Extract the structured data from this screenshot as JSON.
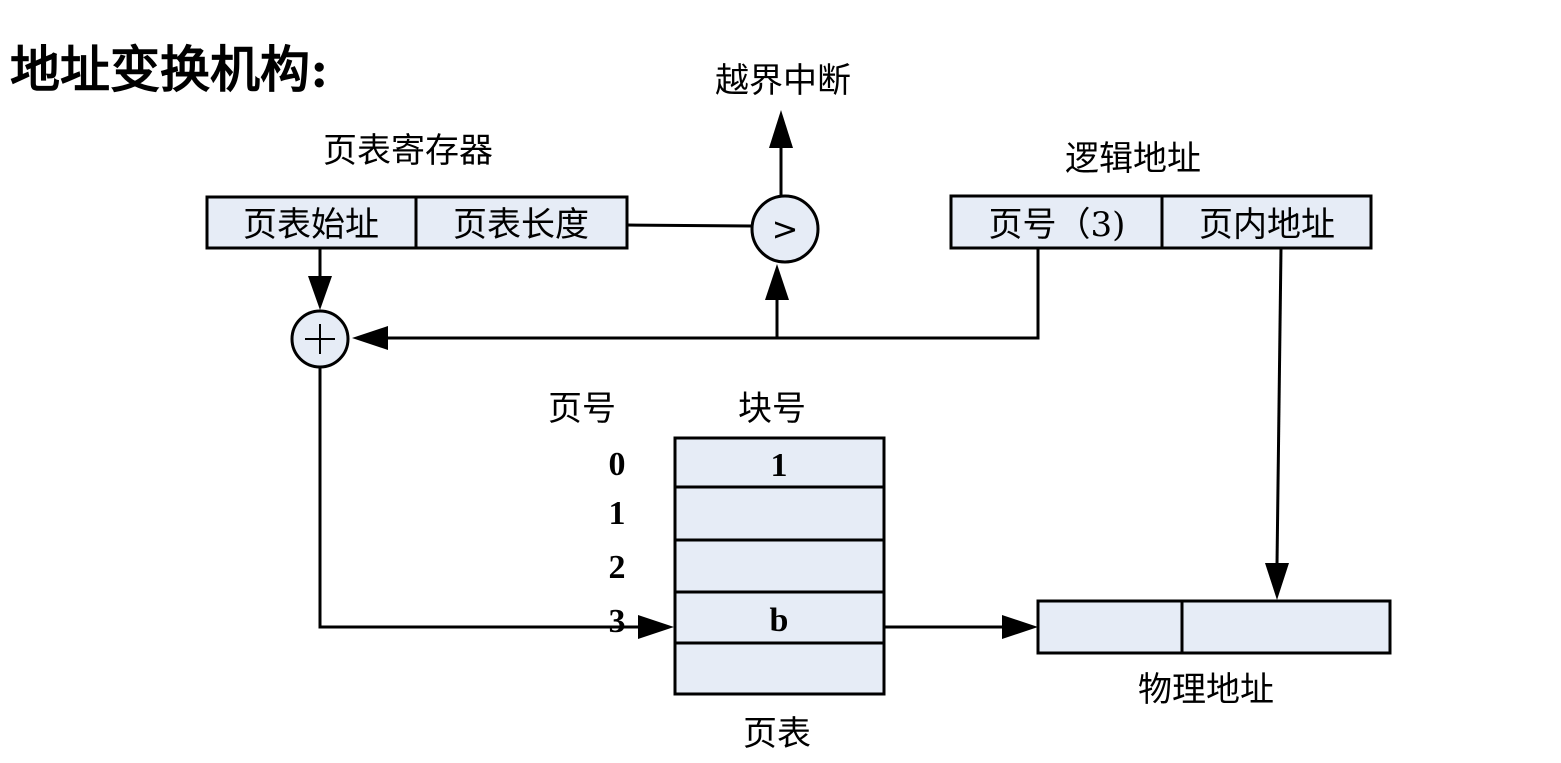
{
  "title": "地址变换机构:",
  "out_of_bounds_interrupt": "越界中断",
  "page_table_register": {
    "label": "页表寄存器",
    "fields": [
      "页表始址",
      "页表长度"
    ]
  },
  "logical_address": {
    "label": "逻辑地址",
    "fields": [
      "页号（3)",
      "页内地址"
    ]
  },
  "comparator_symbol": ">",
  "adder_symbol": "+",
  "page_table": {
    "label": "页表",
    "col_page_number": "页号",
    "col_block_number": "块号",
    "rows": [
      {
        "page": "0",
        "block": "1"
      },
      {
        "page": "1",
        "block": ""
      },
      {
        "page": "2",
        "block": ""
      },
      {
        "page": "3",
        "block": "b"
      },
      {
        "page": "",
        "block": ""
      }
    ]
  },
  "physical_address": {
    "label": "物理地址",
    "fields": [
      "",
      ""
    ]
  }
}
